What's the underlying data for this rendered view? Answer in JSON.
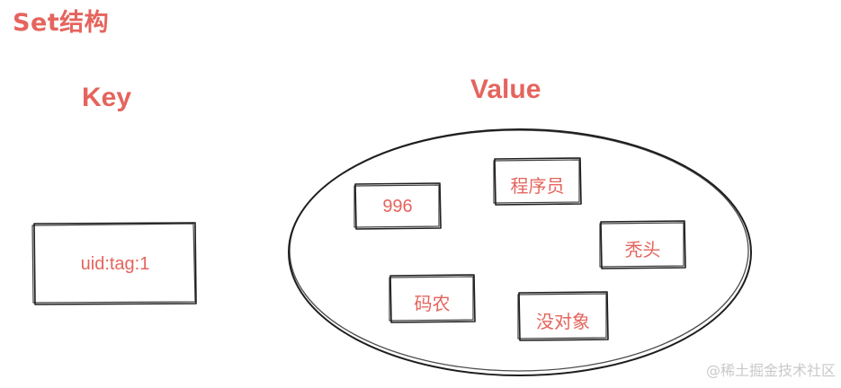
{
  "title": "Set结构",
  "key_heading": "Key",
  "value_heading": "Value",
  "key": {
    "label": "uid:tag:1"
  },
  "members": [
    {
      "label": "996"
    },
    {
      "label": "程序员"
    },
    {
      "label": "秃头"
    },
    {
      "label": "码农"
    },
    {
      "label": "没对象"
    }
  ],
  "watermark": "@稀土掘金技术社区",
  "colors": {
    "accent": "#e5645d",
    "stroke": "#1e1e1e",
    "watermark": "#c9c9c9"
  }
}
